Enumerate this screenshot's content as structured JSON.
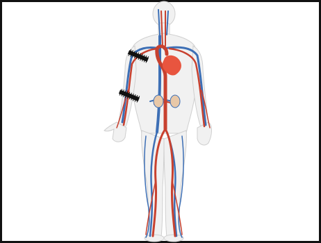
{
  "diagram": {
    "subject": "human-circulatory-system",
    "colors": {
      "skin_fill": "#f1f1f1",
      "skin_outline": "#cfcfcf",
      "artery": "#c8412f",
      "vein": "#3d6fb5",
      "heart": "#e8553f",
      "kidney": "#e8c8a8",
      "cuff": "#111111",
      "frame": "#111111"
    },
    "markers": [
      {
        "label": "",
        "location": "upper-left-arm"
      },
      {
        "label": "",
        "location": "left-forearm"
      }
    ]
  }
}
